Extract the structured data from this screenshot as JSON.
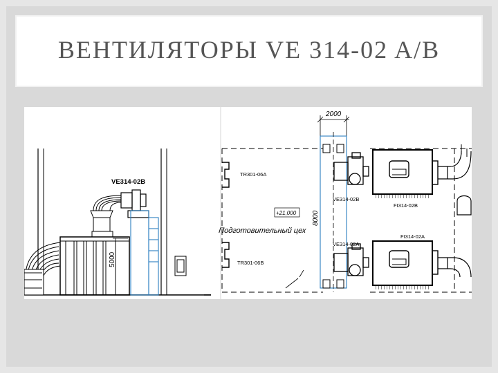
{
  "slide": {
    "title": "ВЕНТИЛЯТОРЫ VE 314-02 A/B"
  },
  "drawing": {
    "left_view": {
      "fan_label": "VE314-02B",
      "height_dimension": "5000"
    },
    "plan_view": {
      "dimension_top": "2000",
      "dimension_vertical": "8000",
      "elevation_mark": "+21,000",
      "room_label": "Подготовительный цех",
      "labels": {
        "tr_a": "TR301-06A",
        "tr_b": "TR301-06B",
        "ve_b": "VE314-02B",
        "ve_a": "VE314-02A",
        "fi_b": "FI314-02B",
        "fi_a": "FI314-02A"
      }
    }
  },
  "colors": {
    "background": "#e6e6e6",
    "frame": "#d9d9d9",
    "title_text": "#555555",
    "highlight": "#2b7fc0"
  }
}
